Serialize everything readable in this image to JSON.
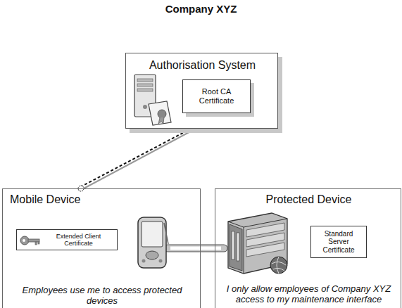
{
  "diagram": {
    "nodes": [
      {
        "text": [
          "Company XYZ"
        ]
      },
      {
        "text": [
          "Authorisation System"
        ],
        "in": 0
      },
      {
        "text": [
          "Root CA Certificate"
        ],
        "in": 1
      },
      {
        "text": [
          "Mobile Device",
          "Employees use me to access protected devices"
        ]
      },
      {
        "text": [
          "Extended Client Certificate"
        ],
        "in": 3
      },
      {
        "text": [
          "Protected Device",
          "I only allow employees of Company XYZ access to my maintenance interface"
        ]
      },
      {
        "text": [
          "Standard Server Certificate"
        ],
        "in": 5
      }
    ],
    "edges": [
      {
        "from": 3,
        "to": 1,
        "arrow": "none"
      },
      {
        "from": 3,
        "to": 5,
        "arrow": "none"
      }
    ]
  }
}
